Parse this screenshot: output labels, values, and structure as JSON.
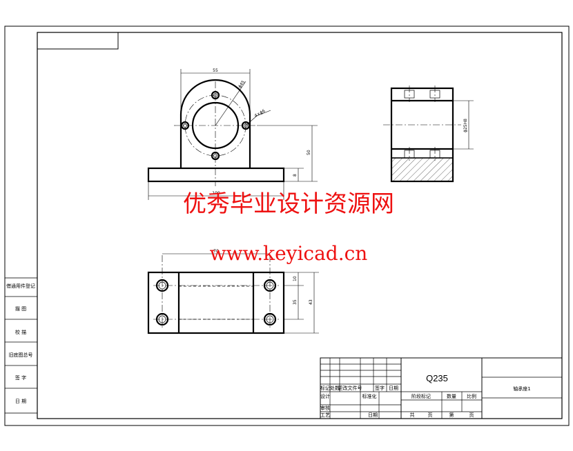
{
  "drawing": {
    "material": "Q235",
    "part_name": "轴承座1"
  },
  "watermark": {
    "line1": "优秀毕业设计资源网",
    "line2": "www.keyicad.cn"
  },
  "left_strip": {
    "labels": [
      "借通用件登记",
      "描 图",
      "校 描",
      "旧底图总号",
      "签 字",
      "日 期"
    ]
  },
  "title_block": {
    "revision_headers": [
      "标记",
      "处数",
      "更改文件号",
      "签字",
      "日期"
    ],
    "roles": [
      "设计",
      "审核",
      "工艺"
    ],
    "standardization": "标准化",
    "date": "日期",
    "stage_headers": [
      "阶段标记",
      "数量",
      "比例"
    ],
    "sheet": [
      "共",
      "页",
      "第",
      "页"
    ]
  },
  "dimensions": {
    "front_width": "55",
    "hole_pcd": "ϕ45",
    "holes": "4×ϕ6",
    "total_height": "50",
    "base_thickness": "8",
    "base_length": "100",
    "top_hole_spacing": "70",
    "bore": "ϕ25H8",
    "hole_pitch": "35",
    "depth": "43",
    "offset": "10"
  }
}
